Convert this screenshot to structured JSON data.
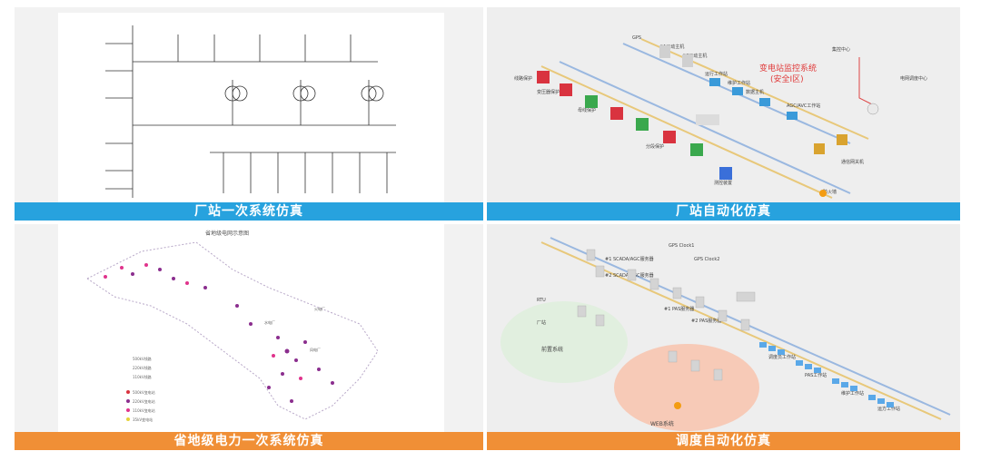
{
  "panels": [
    {
      "caption": "厂站一次系统仿真",
      "caption_color": "#27a2de"
    },
    {
      "caption": "厂站自动化仿真",
      "caption_color": "#27a2de",
      "labels": {
        "title": "变电站监控系统",
        "subtitle": "(安全I区)",
        "gps": "GPS",
        "main1": "#1远动主机",
        "main2": "#2远动主机",
        "ops": "运行工作站",
        "maint": "维护工作站",
        "data": "数据主机",
        "agc": "AGC/AVC工作站",
        "dispatch": "电网调度中心",
        "center": "集控中心",
        "fire": "防火墙",
        "comm": "通信网关机",
        "line": "线路保护",
        "trans": "变压器保护",
        "bus": "母线保护",
        "sw": "分段保护",
        "ctrl": "测控装置"
      }
    },
    {
      "caption": "省地级电力一次系统仿真",
      "caption_color": "#f08f36",
      "labels": {
        "title": "省地级电网示意图",
        "legend1": "500kV变电站",
        "legend2": "220kV变电站",
        "legend3": "110kV变电站",
        "legend4": "35kV变电站",
        "line1": "500kV线路",
        "line2": "220kV线路",
        "line3": "110kV线路",
        "plant1": "火电厂",
        "plant2": "水电厂",
        "plant3": "风电厂"
      }
    },
    {
      "caption": "调度自动化仿真",
      "caption_color": "#f08f36",
      "labels": {
        "front": "前置系统",
        "web": "WEB系统",
        "gps1": "GPS Clock1",
        "gps2": "GPS Clock2",
        "scada1": "#1 SCADA/AGC服务器",
        "scada2": "#2 SCADA/AGC服务器",
        "pas1": "#1 PAS服务器",
        "pas2": "#2 PAS服务器",
        "rtu": "RTU",
        "plant": "厂站",
        "ws1": "调度员工作站",
        "ws2": "PAS工作站",
        "ws3": "维护工作站",
        "ws4": "运方工作站"
      }
    }
  ]
}
